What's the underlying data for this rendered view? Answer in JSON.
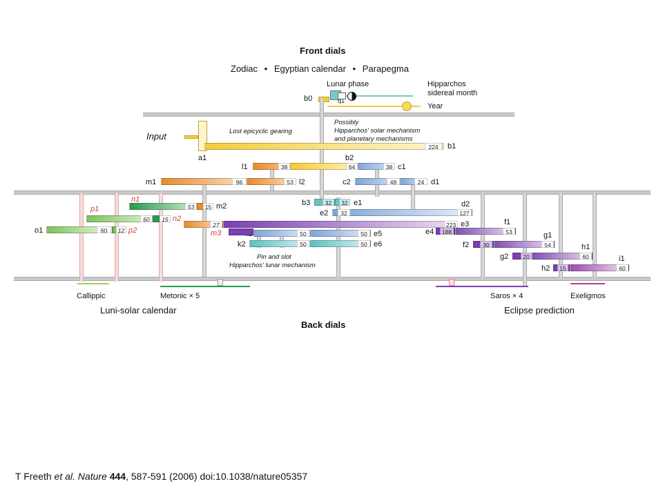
{
  "header": {
    "title": "Front dials",
    "subtitle_parts": [
      "Zodiac",
      "Egyptian calendar",
      "Parapegma"
    ],
    "separator": "•"
  },
  "top_labels": {
    "lunar_phase": "Lunar phase",
    "hipparchos": "Hipparchos",
    "sidereal": "sidereal month",
    "year": "Year",
    "b0": "b0",
    "q1": "q1"
  },
  "annotations": {
    "input": "Input",
    "lost": "Lost epicyclic gearing",
    "possibly_1": "Possibly",
    "possibly_2": "Hipparchos' solar mechanism",
    "possibly_3": "and planetary mechanisms",
    "pin_1": "Pin and slot",
    "pin_2": "Hipparchos' lunar mechanism"
  },
  "gear_labels": {
    "a1": "a1",
    "b1": "b1",
    "b2": "b2",
    "l1": "l1",
    "c1": "c1",
    "m1": "m1",
    "l2": "l2",
    "c2": "c2",
    "d1": "d1",
    "b3": "b3",
    "e1": "e1",
    "e2": "e2",
    "d2": "d2",
    "n1": "n1",
    "p1": "p1",
    "m2": "m2",
    "n2": "n2",
    "o1": "o1",
    "p2": "p2",
    "m3": "m3",
    "e3": "e3",
    "e4": "e4",
    "f1": "f1",
    "k1": "k1",
    "e5": "e5",
    "k2": "k2",
    "e6": "e6",
    "f2": "f2",
    "g1": "g1",
    "g2": "g2",
    "h1": "h1",
    "h2": "h2",
    "i1": "i1"
  },
  "teeth": {
    "b1": "224",
    "l1": "38",
    "b2": "64",
    "c1": "38",
    "m1": "96",
    "l2": "53",
    "c2": "48",
    "d1": "24",
    "b3": "32",
    "e1": "32",
    "e2": "32",
    "d2": "127",
    "n1": "53",
    "m2": "15",
    "p1": "60",
    "n2": "15",
    "o1": "60",
    "p2": "12",
    "m3": "27",
    "e3": "223",
    "e4": "188",
    "f1": "53",
    "k1": "50",
    "e5": "50",
    "k2": "50",
    "e6": "50",
    "f2": "30",
    "g1": "54",
    "g2": "20",
    "h1": "60",
    "h2": "15",
    "i1": "60"
  },
  "back_labels": {
    "callippic": "Callippic",
    "metonic": "Metonic × 5",
    "saros": "Saros × 4",
    "exeligmos": "Exeligmos",
    "luni_solar": "Luni-solar calendar",
    "eclipse": "Eclipse prediction",
    "back_dials": "Back dials"
  },
  "footer": {
    "authors": "T Freeth ",
    "etal": "et al.",
    "space": " ",
    "journal": "Nature",
    "space2": " ",
    "volume": "444",
    "rest": ", 587-591 (2006) doi:10.1038/nature05357"
  },
  "colors": {
    "gold": "#f3cc3a",
    "orange": "#e88a2e",
    "blue": "#7fa6d8",
    "teal": "#5ec3c3",
    "purple": "#8050b0",
    "green": "#55b040",
    "dark_green": "#2a9a4e",
    "red_label": "#d13a3a"
  }
}
